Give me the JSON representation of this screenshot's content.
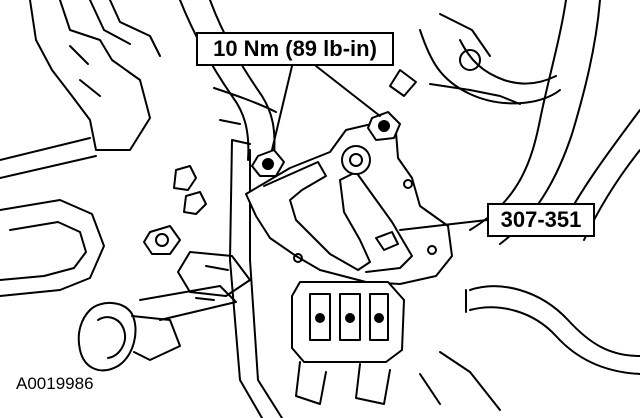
{
  "figure": {
    "id": "A0019986"
  },
  "callouts": {
    "torque": "10 Nm (89 lb-in)",
    "tool": "307-351"
  },
  "colors": {
    "ink": "#000000",
    "paper": "#ffffff"
  }
}
